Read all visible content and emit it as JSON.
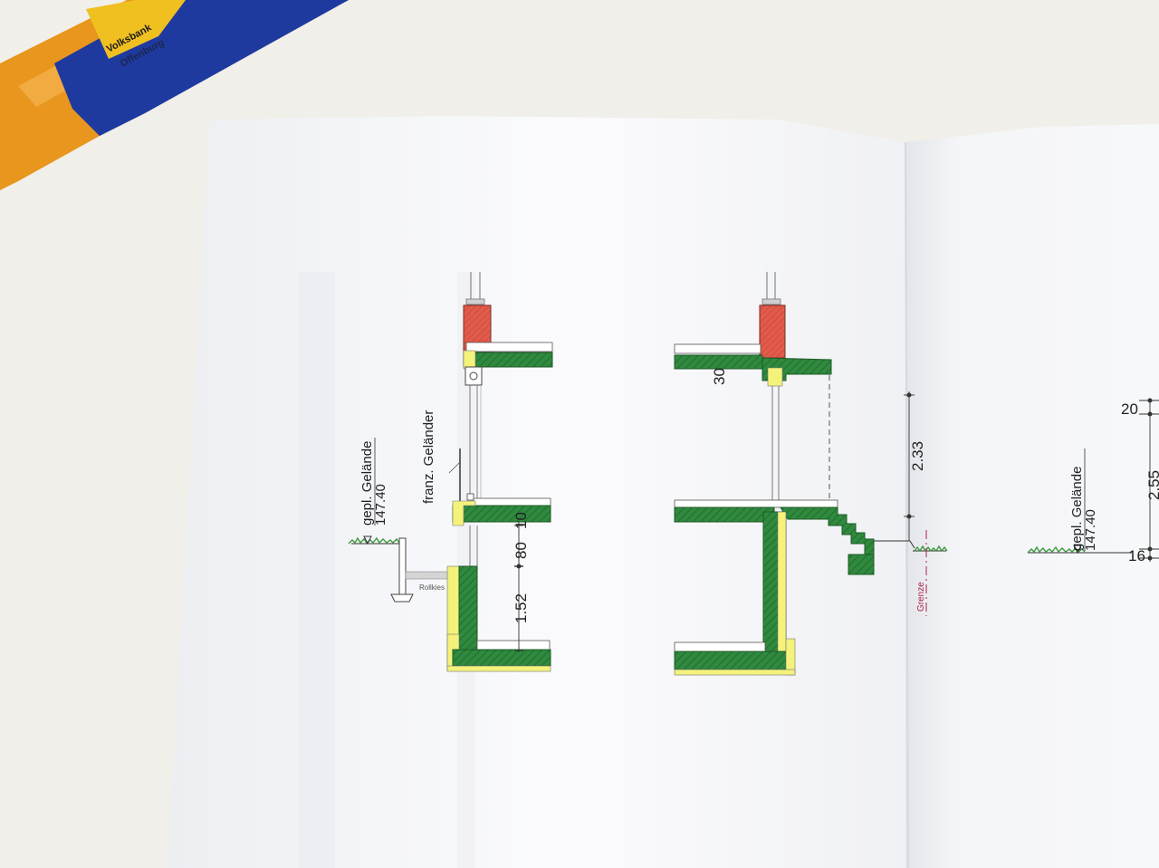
{
  "pen": {
    "brand_text": "Volksbank",
    "brand_text_2": "Offenburg",
    "colors": {
      "barrel": "#1f3a9e",
      "tip": "#e8961d",
      "clip": "#f0c020"
    }
  },
  "drawing": {
    "colors": {
      "concrete": "#2f8a3e",
      "insulation": "#f4f27a",
      "masonry": "#e25b4a",
      "gravel": "#c9c9c9",
      "boundary": "#b0204a",
      "grass": "#3d9a3d"
    },
    "left_section": {
      "ground_label": "gepl. Gelände",
      "ground_level": "147.40",
      "railing_label": "franz. Geländer",
      "gravel_label": "Rollkies",
      "dims": [
        "10",
        "80",
        "1.52"
      ]
    },
    "middle_section": {
      "dim_30": "30",
      "dim_height": "2.33",
      "boundary_label": "Grenze"
    },
    "right_section": {
      "ground_label": "gepl. Gelände",
      "ground_level": "147.40",
      "dims": [
        "20",
        "2.55",
        "16"
      ]
    }
  }
}
